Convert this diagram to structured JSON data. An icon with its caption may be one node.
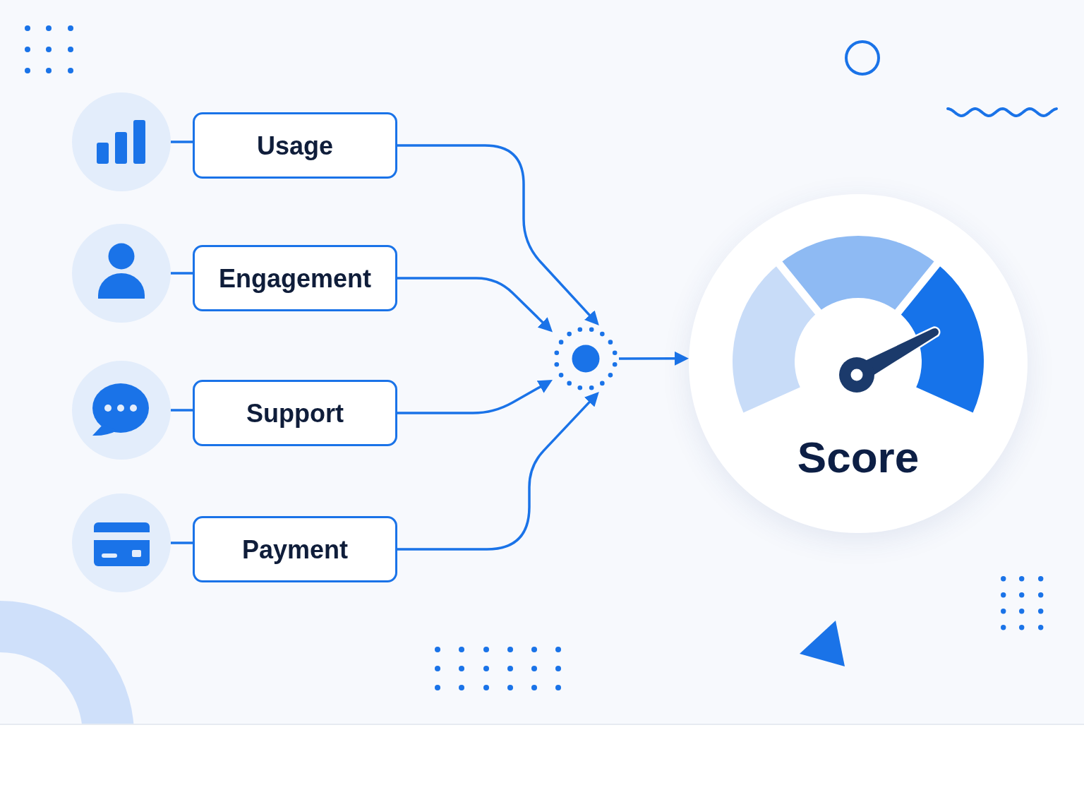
{
  "diagram": {
    "nodes": [
      {
        "text": [],
        "shape": "circle"
      },
      {
        "text": [
          "Usage"
        ]
      },
      {
        "text": [],
        "shape": "circle"
      },
      {
        "text": [
          "Engagement"
        ]
      },
      {
        "text": [],
        "shape": "circle"
      },
      {
        "text": [
          "Support"
        ]
      },
      {
        "text": [],
        "shape": "circle"
      },
      {
        "text": [
          "Payment"
        ]
      },
      {
        "text": [],
        "shape": "circle"
      },
      {
        "text": [
          "Score"
        ]
      }
    ],
    "edges": [
      {
        "from": 0,
        "to": 1,
        "arrow": "none"
      },
      {
        "from": 2,
        "to": 3,
        "arrow": "none"
      },
      {
        "from": 4,
        "to": 5,
        "arrow": "none"
      },
      {
        "from": 6,
        "to": 7,
        "arrow": "none"
      },
      {
        "from": 1,
        "to": 8,
        "arrow": "to"
      },
      {
        "from": 3,
        "to": 8,
        "arrow": "to"
      },
      {
        "from": 5,
        "to": 8,
        "arrow": "to"
      },
      {
        "from": 7,
        "to": 8,
        "arrow": "to"
      },
      {
        "from": 8,
        "to": 9,
        "arrow": "to"
      }
    ]
  }
}
